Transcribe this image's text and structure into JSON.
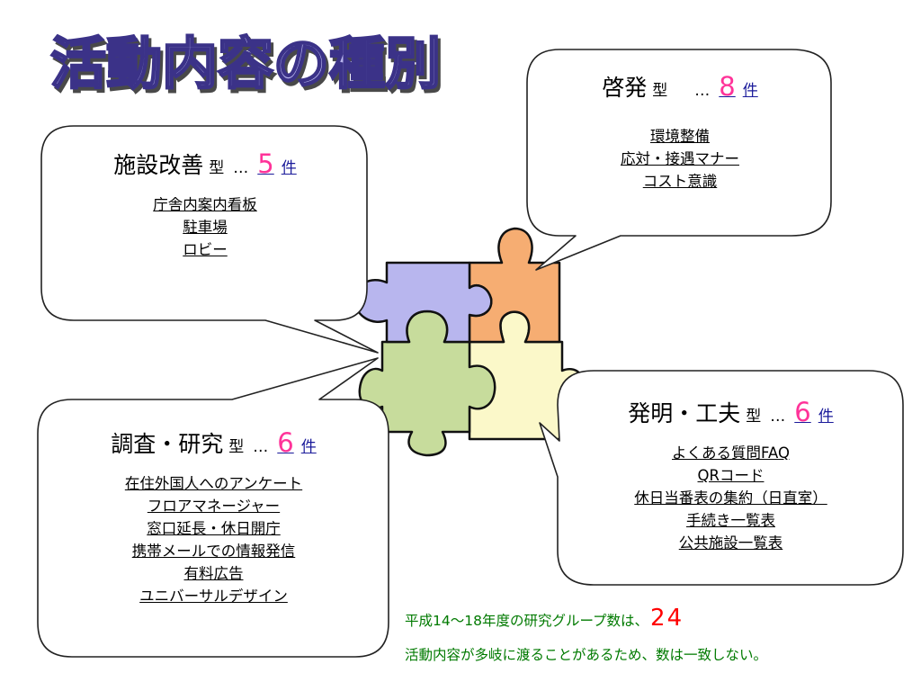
{
  "title": "活動内容の種別",
  "categories": [
    {
      "id": "shisetsu",
      "name": "施設改善",
      "type_suffix": "型",
      "dots": "…",
      "count": "5",
      "unit": "件",
      "items": [
        "庁舎内案内看板",
        "駐車場",
        "ロビー"
      ]
    },
    {
      "id": "keihatsu",
      "name": "啓発",
      "type_suffix": "型",
      "dots": "…",
      "count": "8",
      "unit": "件",
      "items": [
        "環境整備",
        "応対・接遇マナー",
        "コスト意識"
      ]
    },
    {
      "id": "chousa",
      "name": "調査・研究",
      "type_suffix": "型",
      "dots": "…",
      "count": "6",
      "unit": "件",
      "items": [
        "在住外国人へのアンケート",
        "フロアマネージャー",
        "窓口延長・休日開庁",
        "携帯メールでの情報発信",
        "有料広告",
        "ユニバーサルデザイン"
      ]
    },
    {
      "id": "hatsumei",
      "name": "発明・工夫",
      "type_suffix": "型",
      "dots": "…",
      "count": "6",
      "unit": "件",
      "items": [
        "よくある質問FAQ",
        "QRコード",
        "休日当番表の集約（日直室）",
        "手続き一覧表",
        "公共施設一覧表"
      ]
    }
  ],
  "notes": {
    "line1_prefix": "平成14～18年度の研究グループ数は、",
    "line1_number": "24",
    "line2": "活動内容が多岐に渡ることがあるため、数は一致しない。"
  },
  "colors": {
    "title_fill": "#b7b3ec",
    "title_stroke": "#3a3388",
    "piece_blue": "#b8b6ee",
    "piece_orange": "#f6ad72",
    "piece_green": "#c7dc9c",
    "piece_yellow": "#fbf8c9",
    "count_pink": "#ff3399",
    "note_green": "#007a00",
    "note_red": "#ff0000"
  }
}
